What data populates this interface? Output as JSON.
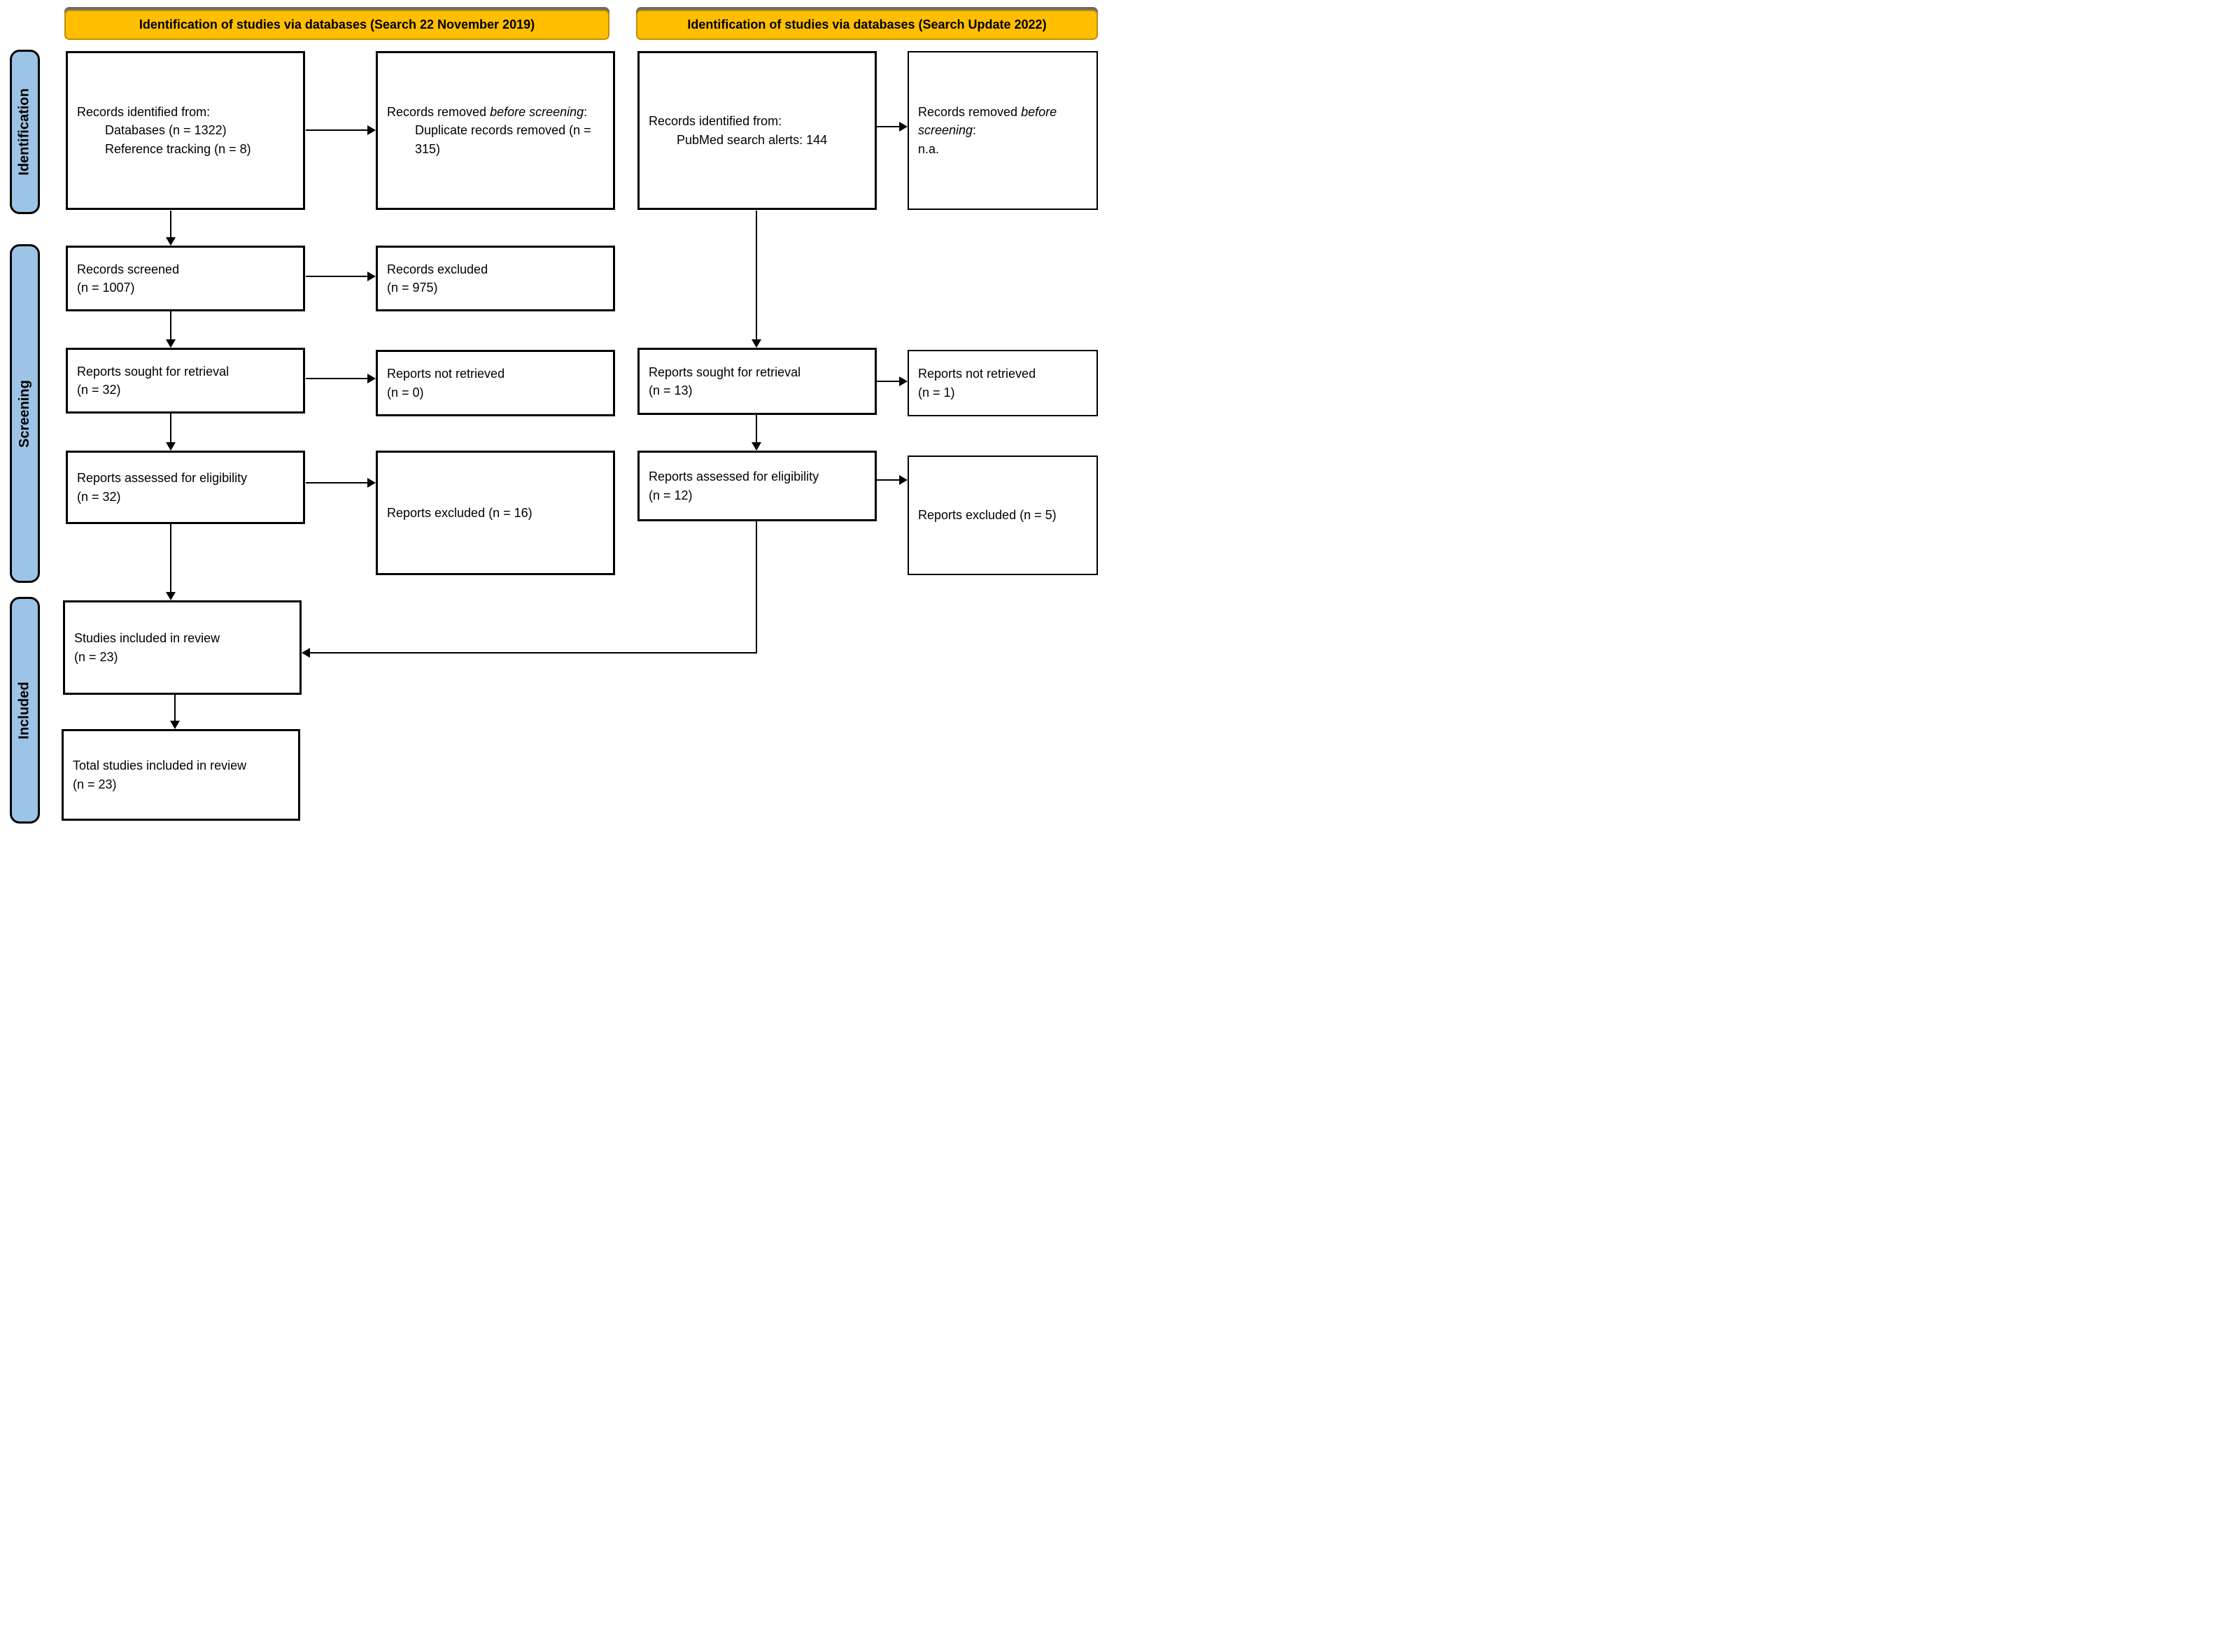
{
  "banners": {
    "left": "Identification of studies via databases (Search 22 November 2019)",
    "right": "Identification of studies via databases (Search Update 2022)"
  },
  "sidebar": {
    "identification": "Identification",
    "screening": "Screening",
    "included": "Included"
  },
  "boxes": {
    "l_identified": {
      "line1": "Records identified from:",
      "sub1": "Databases (n = 1322)",
      "sub2": "Reference tracking (n = 8)"
    },
    "l_removed": {
      "prefix": "Records removed ",
      "italic": "before screening",
      "colon": ":",
      "sub1": "Duplicate records removed (n = 315)"
    },
    "l_screened": {
      "line1": "Records screened",
      "line2": "(n = 1007)"
    },
    "l_excluded": {
      "line1": "Records excluded",
      "line2": "(n = 975)"
    },
    "l_sought": {
      "line1": "Reports sought for retrieval",
      "line2": "(n = 32)"
    },
    "l_notretrieved": {
      "line1": "Reports not retrieved",
      "line2": "(n = 0)"
    },
    "l_assessed": {
      "line1": "Reports assessed for eligibility",
      "line2": "(n = 32)"
    },
    "l_repexcluded": {
      "line1": "Reports excluded (n = 16)"
    },
    "included_review": {
      "line1": "Studies included in review",
      "line2": "(n = 23)"
    },
    "total_included": {
      "line1": "Total studies included in review",
      "line2": "(n = 23)"
    },
    "r_identified": {
      "line1": "Records identified from:",
      "sub1": "PubMed search alerts: 144"
    },
    "r_removed": {
      "prefix": "Records removed ",
      "italic": "before screening",
      "colon": ":",
      "line2": "n.a."
    },
    "r_sought": {
      "line1": "Reports sought for retrieval",
      "line2": "(n = 13)"
    },
    "r_notretrieved": {
      "line1": "Reports not retrieved",
      "line2": "(n = 1)"
    },
    "r_assessed": {
      "line1": "Reports assessed for eligibility",
      "line2": "(n = 12)"
    },
    "r_repexcluded": {
      "line1": "Reports excluded (n = 5)"
    }
  },
  "colors": {
    "banner_fill": "#FFBE00",
    "banner_border": "#BF8F00",
    "sidebar_fill": "#9DC3E6",
    "line_color": "#000000"
  }
}
